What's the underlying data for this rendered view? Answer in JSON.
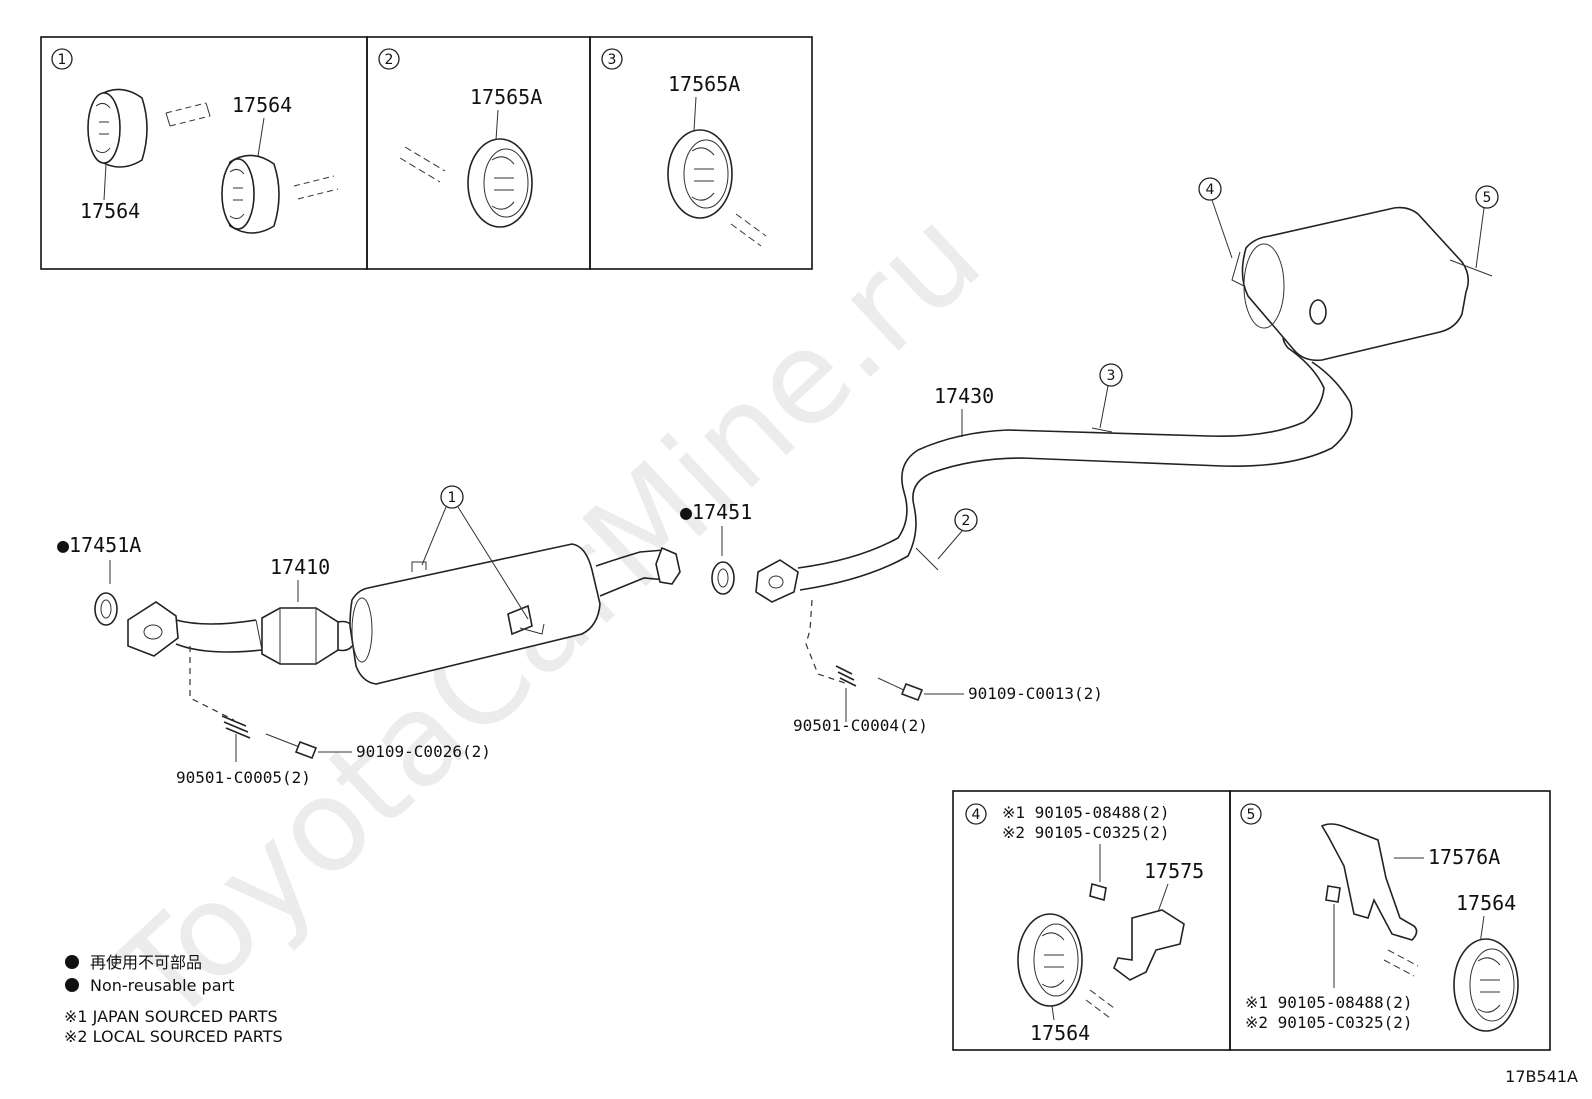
{
  "watermark": "ToyotaCarMine.ru",
  "diagram_code": "17B541A",
  "callouts": {
    "c1": "1",
    "c2": "2",
    "c3": "3",
    "c4": "4",
    "c5": "5"
  },
  "detail_boxes": {
    "box1": {
      "num": "1",
      "parts": [
        "17564",
        "17564"
      ]
    },
    "box2": {
      "num": "2",
      "parts": [
        "17565A"
      ]
    },
    "box3": {
      "num": "3",
      "parts": [
        "17565A"
      ]
    },
    "box4": {
      "num": "4",
      "note1": "※1 90105-08488(2)",
      "note2": "※2 90105-C0325(2)",
      "parts": [
        "17575",
        "17564"
      ]
    },
    "box5": {
      "num": "5",
      "note1": "※1 90105-08488(2)",
      "note2": "※2 90105-C0325(2)",
      "parts": [
        "17576A",
        "17564"
      ]
    }
  },
  "parts": {
    "gasket_front": "●17451A",
    "front_pipe": "17410",
    "gasket_mid": "●17451",
    "tail_pipe": "17430",
    "bolt_front": "90109-C0026(2)",
    "spring_front": "90501-C0005(2)",
    "bolt_rear": "90109-C0013(2)",
    "spring_rear": "90501-C0004(2)"
  },
  "legend": {
    "nonreusable_jp": "再使用不可部品",
    "nonreusable_en": "Non-reusable part",
    "note1": "※1  JAPAN SOURCED PARTS",
    "note2": "※2  LOCAL SOURCED PARTS"
  }
}
